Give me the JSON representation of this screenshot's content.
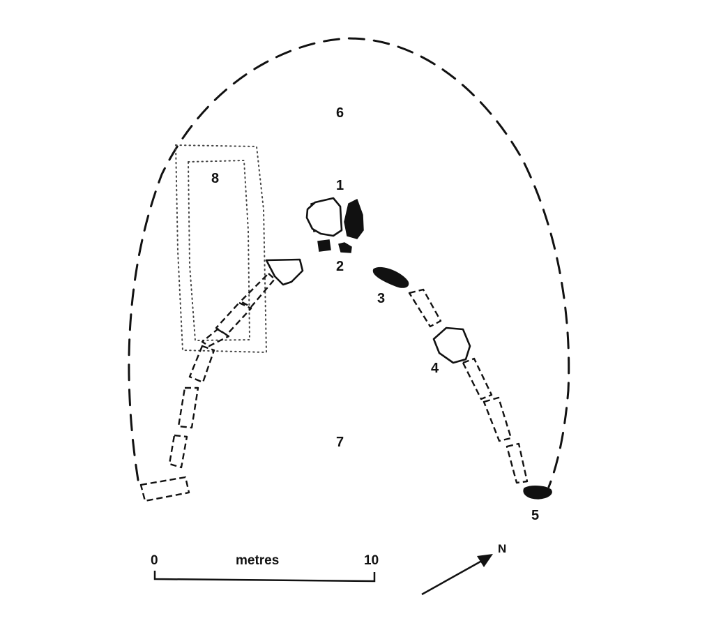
{
  "labels": {
    "n1": "1",
    "n2": "2",
    "n3": "3",
    "n4": "4",
    "n5": "5",
    "n6": "6",
    "n7": "7",
    "n8": "8"
  },
  "scale": {
    "start": "0",
    "end": "10",
    "unit": "metres"
  },
  "north": "N",
  "colors": {
    "ink": "#111111",
    "paper": "#ffffff"
  }
}
